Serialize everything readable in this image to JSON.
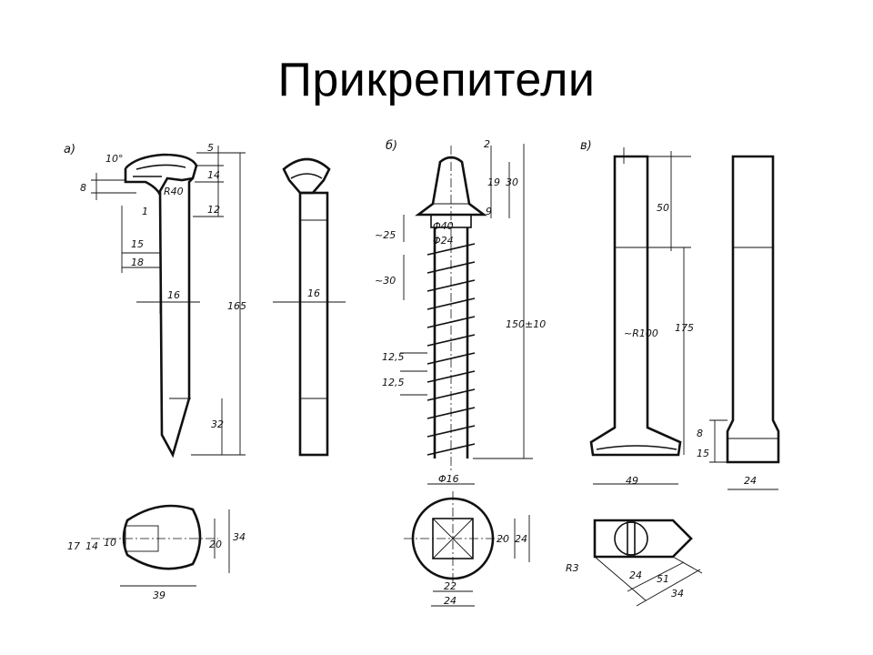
{
  "title": "Прикрепители",
  "fasteners": {
    "a": {
      "label": "а)",
      "dims": {
        "angle": "10°",
        "d5": "5",
        "d14": "14",
        "d8": "8",
        "d12": "12",
        "radius": "R40",
        "d1": "1",
        "d15": "15",
        "d18": "18",
        "d16": "16",
        "d165": "165",
        "d32": "32",
        "side16": "16",
        "p17": "17",
        "p14": "14",
        "p10": "10",
        "p20": "20",
        "p34": "34",
        "p39": "39"
      }
    },
    "b": {
      "label": "б)",
      "dims": {
        "d2": "2",
        "d19": "19",
        "d30": "30",
        "d9": "9",
        "phi40": "Φ40",
        "phi24": "Φ24",
        "phi16": "Φ16",
        "d25": "~25",
        "d30b": "~30",
        "d125a": "12,5",
        "d125b": "12,5",
        "d150": "150±10",
        "p20": "20",
        "p24": "24",
        "p22": "22",
        "p24b": "24"
      }
    },
    "c": {
      "label": "в)",
      "dims": {
        "d50": "50",
        "r100": "~R100",
        "d175": "175",
        "d8": "8",
        "d15": "15",
        "d49": "49",
        "d24": "24",
        "r3": "R3",
        "p24": "24",
        "p51": "51",
        "p34": "34"
      }
    }
  }
}
